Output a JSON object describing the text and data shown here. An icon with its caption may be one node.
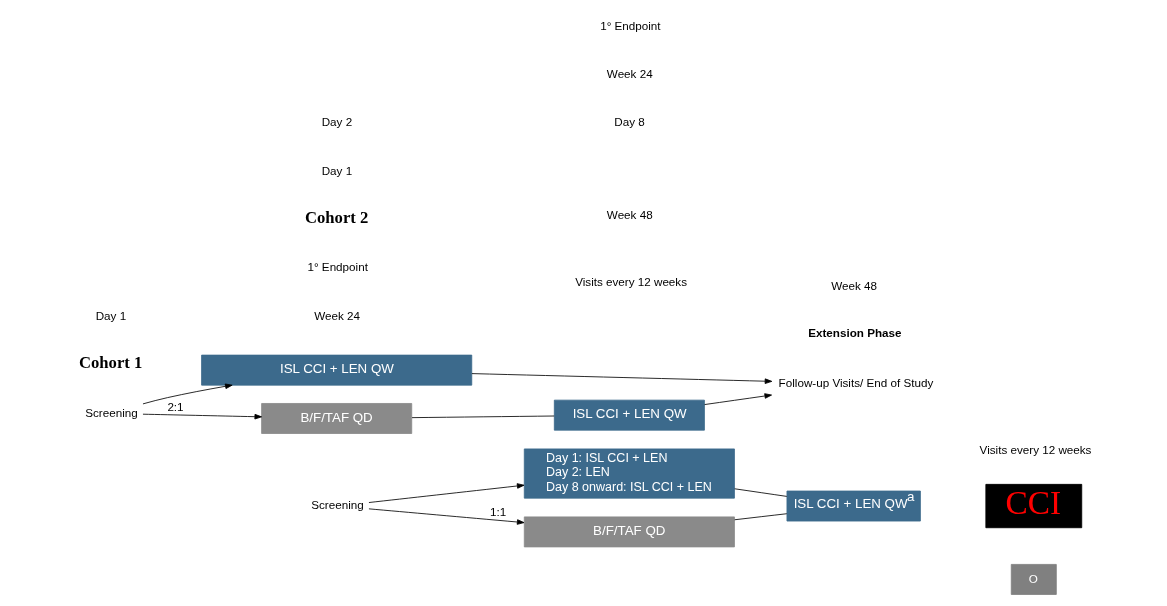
{
  "diagram": {
    "nodes": [
      {
        "text": [
          "Screening"
        ]
      },
      {
        "text": [
          "ISL CCI + LEN QW"
        ]
      },
      {
        "text": [
          "B/F/TAF QD"
        ]
      },
      {
        "text": [
          "ISL CCI + LEN QW"
        ]
      },
      {
        "text": [
          "Follow-up Visits/ End of Study"
        ]
      },
      {
        "text": [
          "Screening"
        ]
      },
      {
        "text": [
          "Day 1: ISL CCI + LEN",
          "Day 2: LEN",
          "Day 8 onward: ISL CCI + LEN"
        ]
      },
      {
        "text": [
          "B/F/TAF QD"
        ]
      },
      {
        "text": [
          "ISL CCI + LEN QW$^{a}$"
        ]
      },
      {
        "text": [
          "CCI"
        ]
      }
    ],
    "edges": [
      {
        "from": 0,
        "to": 1,
        "arrow": "to"
      },
      {
        "from": 0,
        "to": 2,
        "arrow": "to",
        "label": "2:1"
      },
      {
        "from": 2,
        "to": 3,
        "arrow": "none"
      },
      {
        "from": 1,
        "to": 4,
        "arrow": "to"
      },
      {
        "from": 3,
        "to": 4,
        "arrow": "to"
      },
      {
        "from": 5,
        "to": 6,
        "arrow": "to"
      },
      {
        "from": 5,
        "to": 7,
        "arrow": "to",
        "label": "1:1"
      },
      {
        "from": 6,
        "to": 8,
        "arrow": "none"
      },
      {
        "from": 7,
        "to": 8,
        "arrow": "none"
      }
    ],
    "labels": [
      "Cohort 1",
      "Day 1",
      "Week 24",
      "1° Endpoint",
      "Week 48",
      "Visits every 12 weeks",
      "Cohort 2",
      "Extension Phase",
      "O",
      "Day 1",
      "Day 2",
      "Day 8",
      "Week 24",
      "1° Endpoint",
      "Week 48",
      "Visits every 12 weeks"
    ]
  }
}
